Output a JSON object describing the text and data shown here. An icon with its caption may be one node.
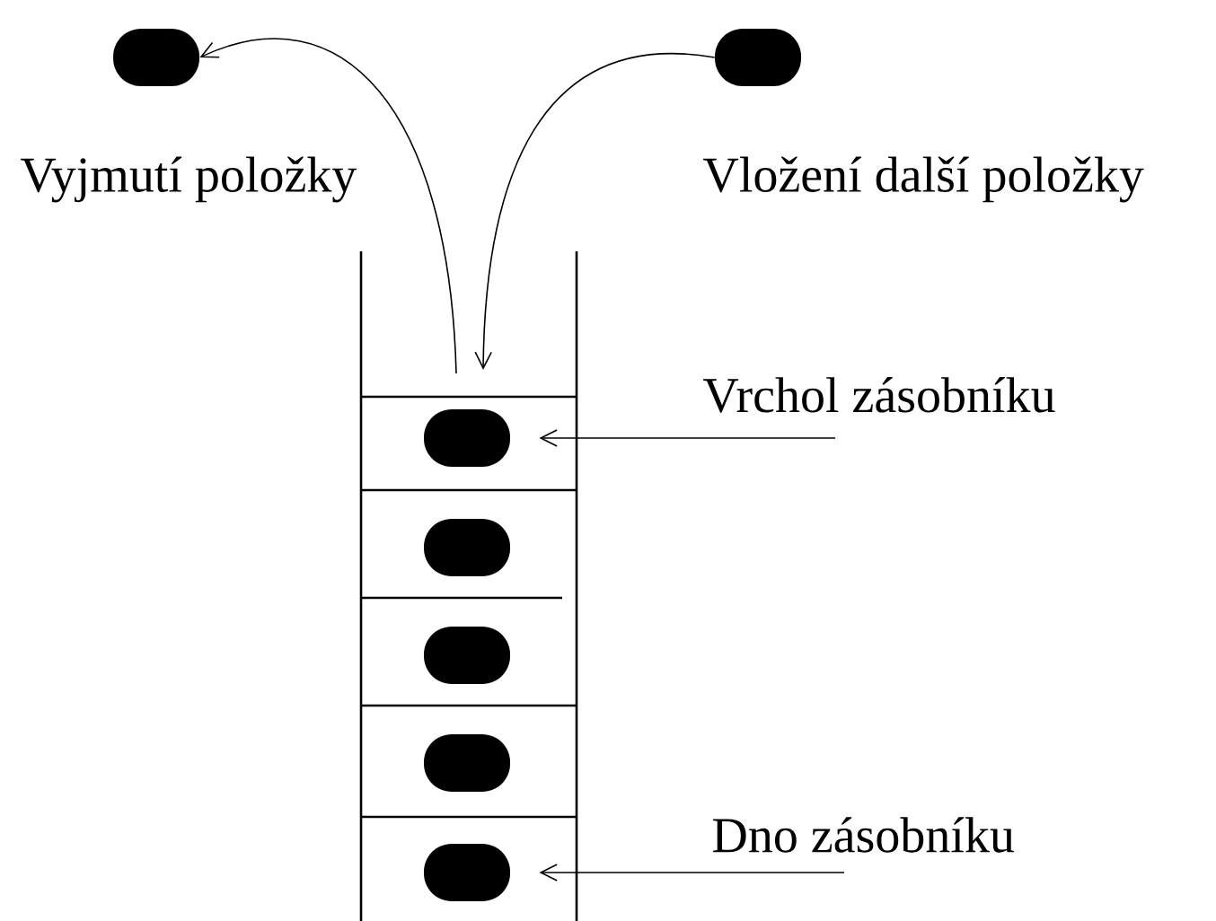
{
  "diagram": {
    "nodes": [
      {
        "text": [],
        "shape": "oval"
      },
      {
        "text": [],
        "shape": "oval"
      },
      {
        "text": [
          "Vrchol zásobníku"
        ]
      },
      {
        "text": [],
        "shape": "oval"
      },
      {
        "text": [],
        "shape": "oval"
      },
      {
        "text": [],
        "shape": "oval"
      },
      {
        "text": [],
        "shape": "oval"
      },
      {
        "text": [],
        "shape": "oval"
      },
      {
        "text": [
          "Dno zásobníku"
        ]
      }
    ],
    "edges": [
      {
        "from": null,
        "to": 0,
        "arrow": "to"
      },
      {
        "from": 1,
        "to": null,
        "arrow": "to"
      },
      {
        "from": 2,
        "to": 3,
        "arrow": "to"
      },
      {
        "from": 8,
        "to": 7,
        "arrow": "to"
      }
    ],
    "labels": [
      "Vyjmutí položky",
      "Vložení další položky"
    ]
  }
}
